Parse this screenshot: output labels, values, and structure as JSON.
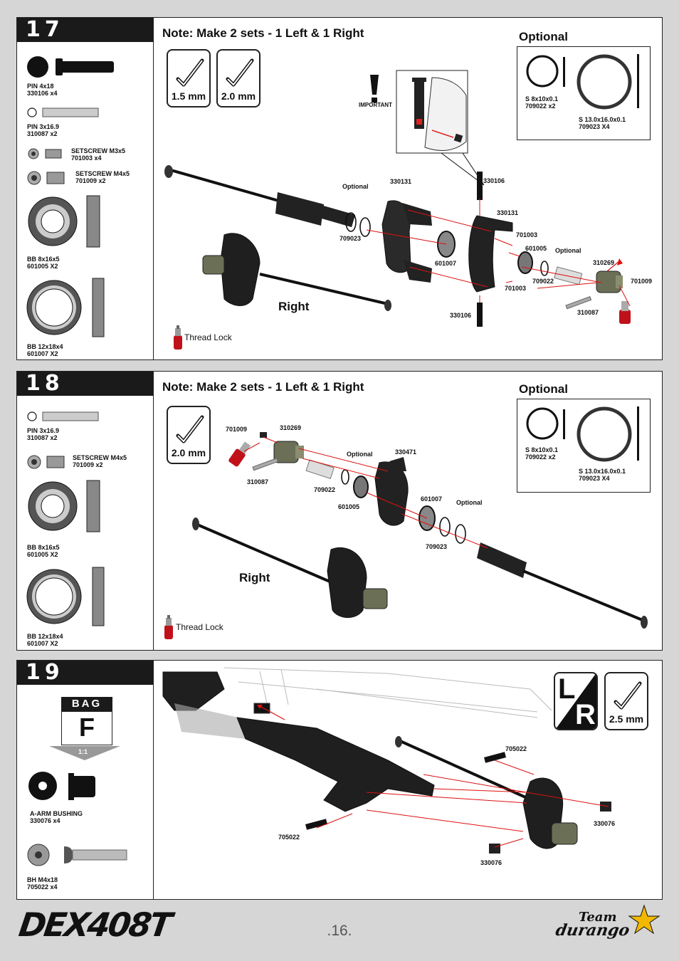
{
  "steps": [
    {
      "number": "17",
      "note": "Note: Make 2 sets - 1 Left & 1 Right",
      "optional_title": "Optional",
      "optional_parts": [
        {
          "name": "S 8x10x0.1",
          "code": "709022 x2"
        },
        {
          "name": "S 13.0x16.0x0.1",
          "code": "709023 X4"
        }
      ],
      "tools": [
        "1.5 mm",
        "2.0 mm"
      ],
      "important": "IMPORTANT",
      "side_label": "Right",
      "thread_lock": "Thread Lock",
      "parts_list": [
        {
          "name": "PIN 4x18",
          "code": "330106 x4"
        },
        {
          "name": "PIN 3x16.9",
          "code": "310087 x2"
        },
        {
          "name": "SETSCREW M3x5",
          "code": "701003 x4"
        },
        {
          "name": "SETSCREW M4x5",
          "code": "701009 x2"
        },
        {
          "name": "BB 8x16x5",
          "code": "601005 X2"
        },
        {
          "name": "BB 12x18x4",
          "code": "601007 X2"
        }
      ],
      "callouts": [
        "Optional",
        "330131",
        "709023",
        "601007",
        "330106",
        "330131",
        "701003",
        "601005",
        "Optional",
        "310269",
        "709022",
        "701003",
        "701009",
        "310087",
        "330106"
      ]
    },
    {
      "number": "18",
      "note": "Note: Make 2 sets - 1 Left & 1 Right",
      "optional_title": "Optional",
      "optional_parts": [
        {
          "name": "S 8x10x0.1",
          "code": "709022 x2"
        },
        {
          "name": "S 13.0x16.0x0.1",
          "code": "709023 X4"
        }
      ],
      "tools": [
        "2.0 mm"
      ],
      "side_label": "Right",
      "thread_lock": "Thread Lock",
      "parts_list": [
        {
          "name": "PIN 3x16.9",
          "code": "310087 x2"
        },
        {
          "name": "SETSCREW M4x5",
          "code": "701009 x2"
        },
        {
          "name": "BB 8x16x5",
          "code": "601005 X2"
        },
        {
          "name": "BB 12x18x4",
          "code": "601007 X2"
        }
      ],
      "callouts": [
        "701009",
        "310269",
        "Optional",
        "330471",
        "310087",
        "709022",
        "601005",
        "601007",
        "Optional",
        "709023"
      ]
    },
    {
      "number": "19",
      "bag_label": "BAG",
      "bag_letter": "F",
      "scale": "1:1",
      "lr_left": "L",
      "lr_right": "R",
      "tools": [
        "2.5 mm"
      ],
      "parts_list": [
        {
          "name": "A-ARM BUSHING",
          "code": "330076 x4"
        },
        {
          "name": "BH M4x18",
          "code": "705022 x4"
        }
      ],
      "callouts": [
        "705022",
        "330076",
        "705022",
        "330076"
      ]
    }
  ],
  "footer": {
    "page_number": ".16.",
    "brand_left": "DEX408T",
    "brand_right_line1": "Team",
    "brand_right_line2": "durango"
  }
}
